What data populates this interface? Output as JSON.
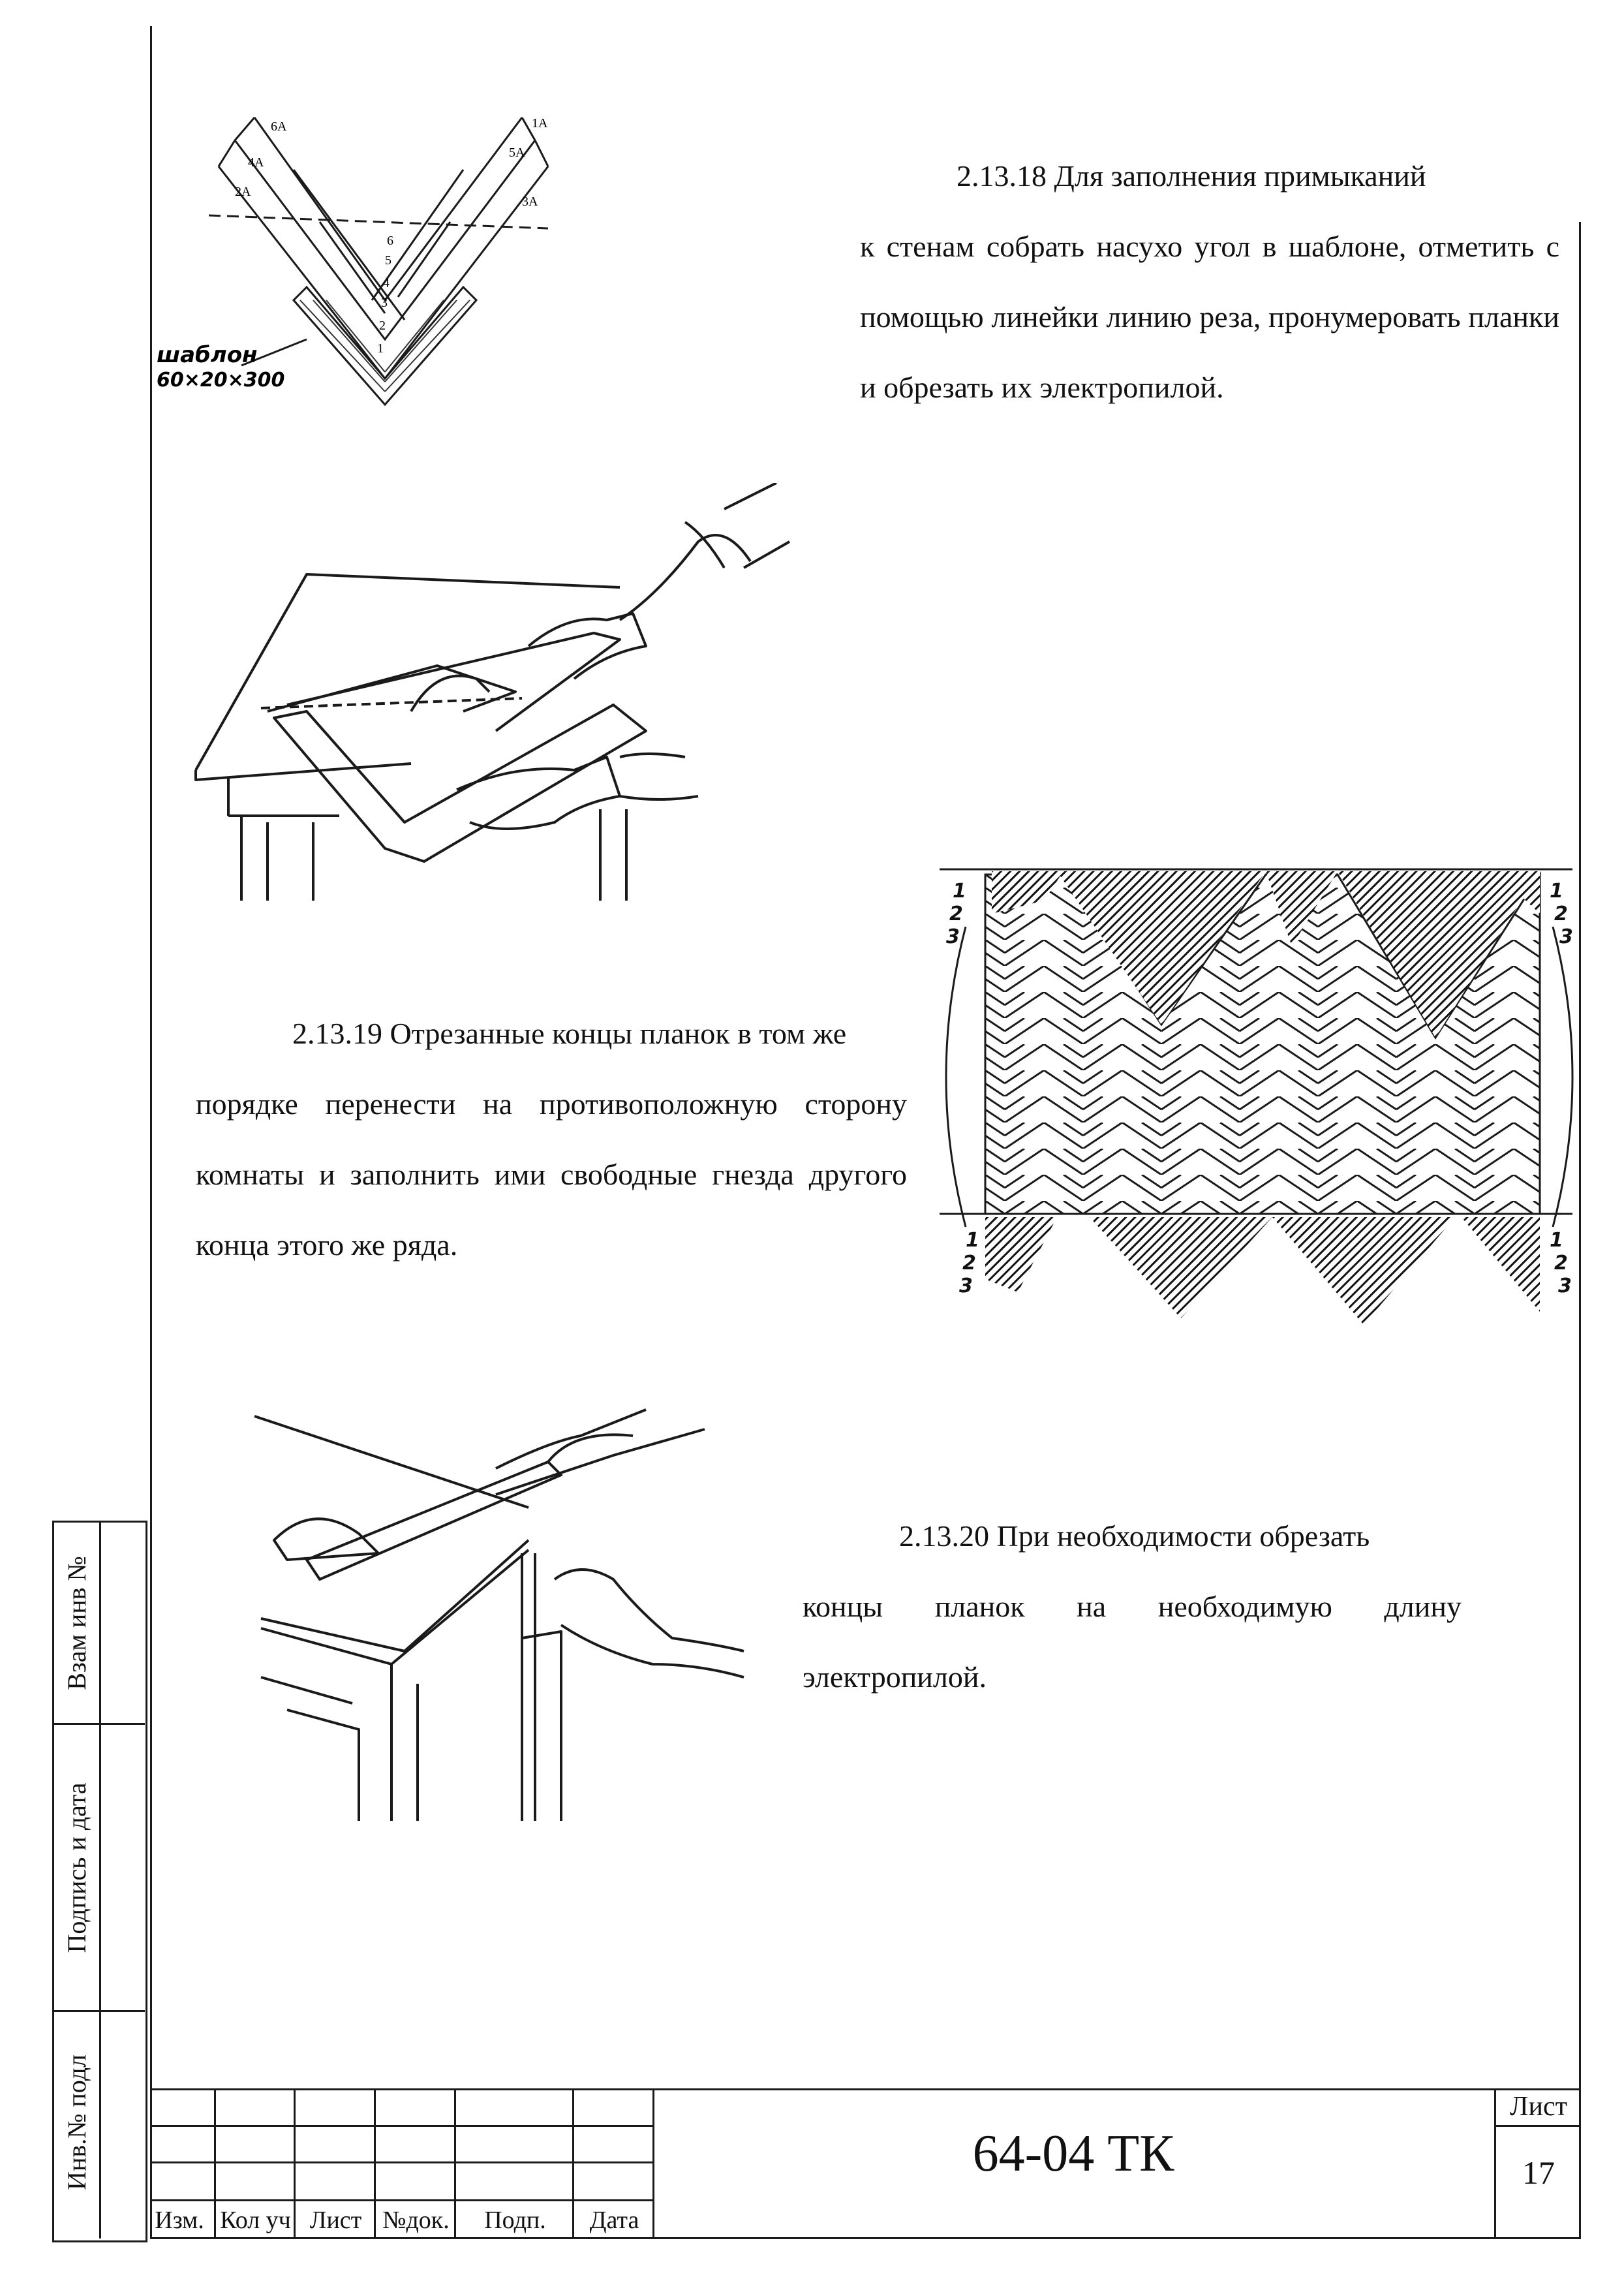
{
  "paragraphs": {
    "p18": {
      "lead": "2.13.18 Для заполнения примыканий",
      "rest": "к стенам собрать насухо угол в шаблоне, отметить с помощью линейки линию реза, пронумеровать планки и обрезать их электропилой."
    },
    "p19": {
      "lead": "2.13.19 Отрезанные концы планок в том же",
      "rest": "порядке перенести на противоположную сторону комнаты и заполнить ими свободные гнезда другого конца этого же ряда."
    },
    "p20": {
      "lead": "2.13.20 При необходимости обрезать",
      "rest": "концы планок на необходимую длину электропилой."
    }
  },
  "figure1": {
    "template_label": "шаблон",
    "template_size": "60×20×300",
    "left_marks": [
      "6А",
      "4А",
      "2А"
    ],
    "right_marks": [
      "5А",
      "3А",
      "1А"
    ],
    "plank_numbers": [
      "6",
      "5",
      "4",
      "3",
      "2",
      "1"
    ]
  },
  "figure3": {
    "top_left_numbers": [
      "1",
      "2",
      "3"
    ],
    "top_right_numbers": [
      "1",
      "2",
      "3"
    ],
    "bottom_left_numbers": [
      "1",
      "2",
      "3"
    ],
    "bottom_right_numbers": [
      "1",
      "2",
      "3"
    ]
  },
  "margin_stamps": {
    "vzam": "Взам инв №",
    "podpis": "Подпись и дата",
    "inv": "Инв.№ подл"
  },
  "title_block": {
    "headers": [
      "Изм.",
      "Кол уч",
      "Лист",
      "№док.",
      "Подп.",
      "Дата"
    ],
    "doc_code": "64-04 ТК",
    "sheet_label": "Лист",
    "sheet_number": "17"
  }
}
